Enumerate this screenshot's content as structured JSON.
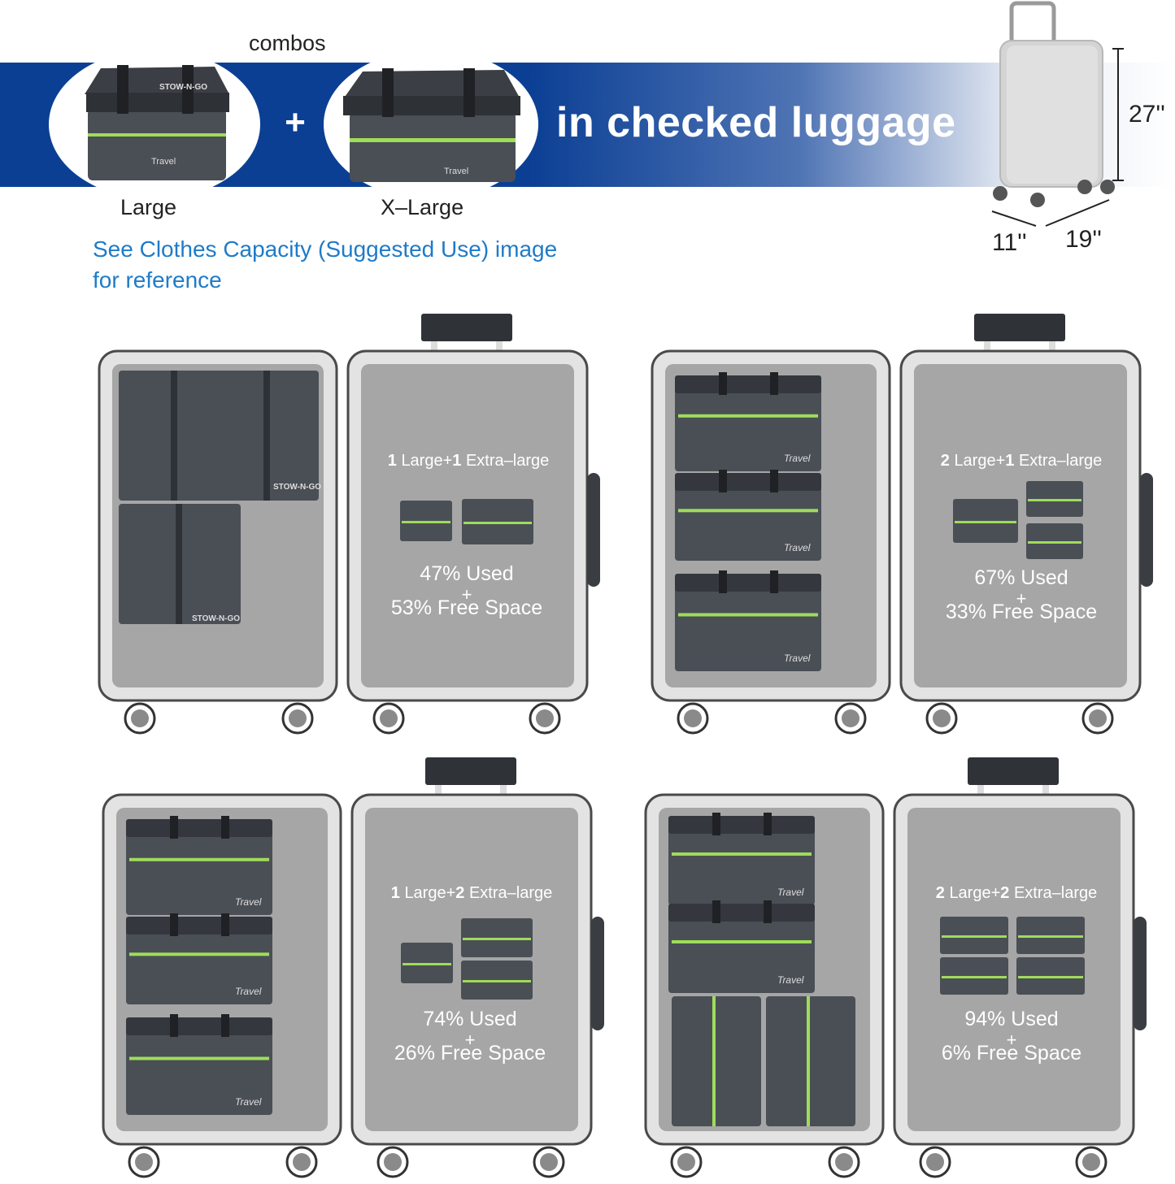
{
  "header": {
    "combos_label": "combos",
    "plus_sign": "+",
    "headline": "in checked luggage",
    "large_label": "Large",
    "xlarge_label": "X–Large",
    "reference_line1": "See Clothes Capacity (Suggested Use) image",
    "reference_line2": "for reference",
    "bag_brand_1": "STOW-N-GO",
    "bag_brand_2": "Travel"
  },
  "luggage": {
    "height": "27''",
    "depth": "11''",
    "width": "19''"
  },
  "colors": {
    "banner_blue": "#0b3f94",
    "reference_text": "#1f7bc8",
    "suitcase_shell": "#c9c9c9",
    "suitcase_inner": "#a6a6a6",
    "bag_green_stripe": "#9fdc5a"
  },
  "panels": [
    {
      "combo_num1": "1",
      "combo_mid": "Large+",
      "combo_num2": "1",
      "combo_end": "Extra–large",
      "used": "47% Used",
      "plus": "+",
      "free": "53% Free Space"
    },
    {
      "combo_num1": "2",
      "combo_mid": "Large+",
      "combo_num2": "1",
      "combo_end": "Extra–large",
      "used": "67% Used",
      "plus": "+",
      "free": "33% Free Space"
    },
    {
      "combo_num1": "1",
      "combo_mid": "Large+",
      "combo_num2": "2",
      "combo_end": "Extra–large",
      "used": "74% Used",
      "plus": "+",
      "free": "26% Free Space"
    },
    {
      "combo_num1": "2",
      "combo_mid": "Large+",
      "combo_num2": "2",
      "combo_end": "Extra–large",
      "used": "94% Used",
      "plus": "+",
      "free": "6% Free Space"
    }
  ],
  "bag_labels": {
    "stow": "STOW-N-GO",
    "travel": "Travel"
  }
}
